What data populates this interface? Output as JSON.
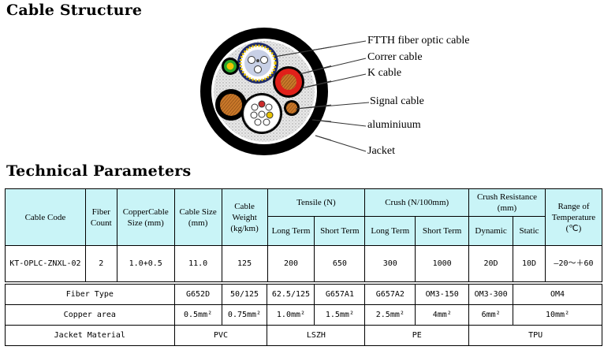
{
  "headings": {
    "structure": "Cable Structure",
    "technical": "Technical Parameters"
  },
  "labels": {
    "ftth": "FTTH fiber optic cable",
    "copper": "Correr cable",
    "k": "K cable",
    "signal": "Signal cable",
    "aluminium": "aluminiuum",
    "jacket": "Jacket"
  },
  "table1": {
    "headers": {
      "code": "Cable Code",
      "fiber_count": "Fiber Count",
      "copper_size": "CopperCable Size (mm)",
      "cable_size": "Cable Size (mm)",
      "cable_weight": "Cable Weight (kg/km)",
      "tensile": "Tensile (N)",
      "crush": "Crush (N/100mm)",
      "crush_res": "Crush Resistance (mm)",
      "temp": "Range of Temperature (℃)",
      "long_term": "Long Term",
      "short_term": "Short Term",
      "dynamic": "Dynamic",
      "static": "Static"
    },
    "row": {
      "code": "KT-OPLC-ZNXL-02",
      "fiber_count": "2",
      "copper_size": "1.0+0.5",
      "cable_size": "11.0",
      "cable_weight": "125",
      "tensile_long": "200",
      "tensile_short": "650",
      "crush_long": "300",
      "crush_short": "1000",
      "dynamic": "20D",
      "static": "10D",
      "temp": "—20～＋60"
    }
  },
  "table2": {
    "fiber_type": {
      "label": "Fiber Type",
      "values": [
        "G652D",
        "50/125",
        "62.5/125",
        "G657A1",
        "G657A2",
        "OM3-150",
        "OM3-300",
        "OM4"
      ]
    },
    "copper_area": {
      "label": "Copper area",
      "values": [
        "0.5mm²",
        "0.75mm²",
        "1.0mm²",
        "1.5mm²",
        "2.5mm²",
        "4mm²",
        "6mm²",
        "10mm²"
      ]
    },
    "jacket": {
      "label": "Jacket  Material",
      "values": [
        "PVC",
        "LSZH",
        "PE",
        "TPU"
      ]
    }
  },
  "colors": {
    "header_bg": "#c9f4f7",
    "jacket": "#000000",
    "copper_red": "#e0201a",
    "copper_brown": "#b5651d"
  }
}
